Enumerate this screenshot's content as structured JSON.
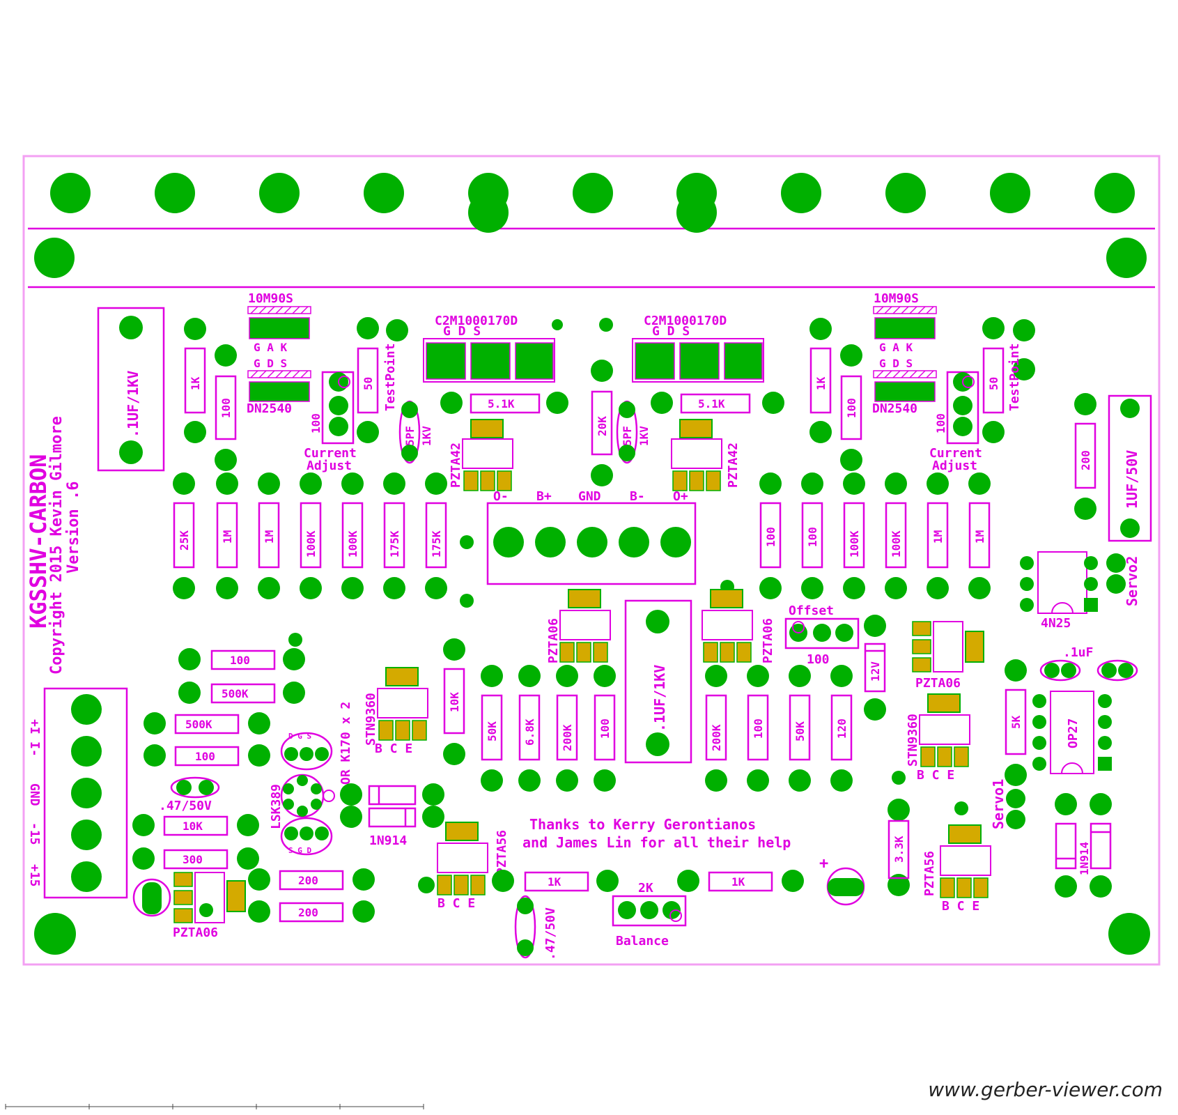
{
  "board": {
    "title": "KGSSHV-CARBON",
    "copyright": "Copyright 2015 Kevin Gilmore",
    "version": "Version .6",
    "thanks_line1": "Thanks to Kerry Gerontianos",
    "thanks_line2": "and James Lin for all their help",
    "colors": {
      "silkscreen": "#e000e0",
      "copper": "#00b000",
      "smd_tab": "#d4aa00"
    }
  },
  "labels": {
    "cap_left": ".1UF/1KV",
    "cap_center": ".1UF/1KV",
    "cap_right": "1UF/50V",
    "servo2": "Servo2",
    "servo1": "Servo1",
    "diode_top_l": "10M90S",
    "diode_top_r": "10M90S",
    "gak": "G  A  K",
    "gds": "G  D  S",
    "dn_l": "DN2540",
    "dn_r": "DN2540",
    "c2m_l": "C2M1000170D",
    "c2m_r": "C2M1000170D",
    "testpoint": "TestPoint",
    "cur_adj_1": "Current",
    "cur_adj_2": "Adjust",
    "pzta42": "PZTA42",
    "pzta06": "PZTA06",
    "pzta56": "PZTA56",
    "stn9360": "STN9360",
    "bce": "B  C  E",
    "five_pf": "5PF",
    "one_kv": "1KV",
    "conn_pins": [
      "O-",
      "B+",
      "GND",
      "B-",
      "O+"
    ],
    "offset": "Offset",
    "zener": "12V",
    "n4n25": "4N25",
    "op27": "OP27",
    "dot1uf": ".1uF",
    "n1n914": "1N914",
    "lsk389": "LSK389",
    "or_k170": "OR K170 x 2",
    "cap_47": ".47/50V",
    "balance": "Balance",
    "pot2k": "2K",
    "input_pins": [
      "+I",
      "I-",
      "GND",
      "-15",
      "+15"
    ],
    "plus": "+",
    "lsk_top": "D  G  S",
    "lsk_bot": "S  G  D"
  },
  "resistors": {
    "r_1k": "1K",
    "r_100": "100",
    "r_50": "50",
    "r_51k": "5.1K",
    "r_20k": "20K",
    "r_200": "200",
    "r_25k": "25K",
    "r_1m": "1M",
    "r_100k": "100K",
    "r_175k": "175K",
    "r_500k": "500K",
    "r_10k": "10K",
    "r_300": "300",
    "r_50k": "50K",
    "r_68k": "6.8K",
    "r_200k": "200K",
    "r_120": "120",
    "r_5k": "5K",
    "r_33k": "3.3K"
  },
  "watermark": "www.gerber-viewer.com"
}
